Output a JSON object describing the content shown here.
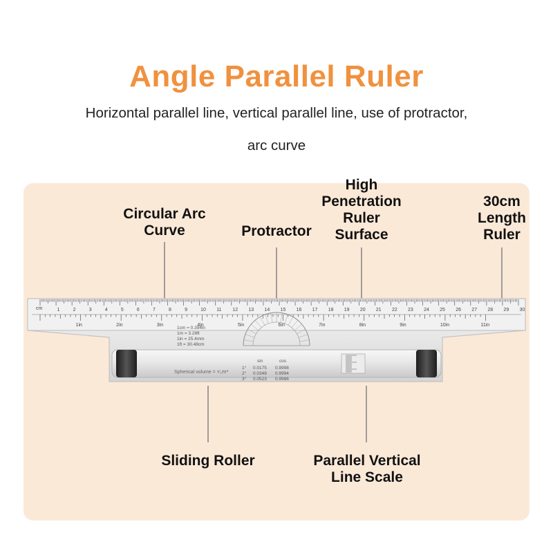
{
  "header": {
    "title": "Angle Parallel Ruler",
    "subtitle_line1": "Horizontal parallel line, vertical parallel line, use of protractor,",
    "subtitle_line2": "arc curve"
  },
  "callouts": {
    "circular_arc": "Circular Arc\nCurve",
    "protractor": "Protractor",
    "high_penetration": "High\nPenetration\nRuler\nSurface",
    "length": "30cm\nLength\nRuler",
    "sliding_roller": "Sliding Roller",
    "parallel_vertical": "Parallel Vertical\nLine Scale"
  },
  "ruler": {
    "cm_label": "cm",
    "cm_numbers": [
      "1",
      "2",
      "3",
      "4",
      "5",
      "6",
      "7",
      "8",
      "9",
      "10",
      "11",
      "12",
      "13",
      "14",
      "15",
      "16",
      "17",
      "18",
      "19",
      "20",
      "21",
      "22",
      "23",
      "24",
      "25",
      "26",
      "27",
      "28",
      "29",
      "30"
    ],
    "in_labels": [
      "1in",
      "2in",
      "3in",
      "4in",
      "5in",
      "6in",
      "7in",
      "8in",
      "9in",
      "10in",
      "11in"
    ],
    "conversions": [
      "1cm  =  0.394in",
      "1m   =  3.28ft",
      "1in  =  25.4mm",
      "1ft  =  30.48cm"
    ],
    "sphere_text": "Spherical volume = ⁴⁄₃πr³",
    "trig_header_sin": "sin",
    "trig_header_cos": "cos",
    "trig_rows": [
      {
        "deg": "1°",
        "sin": "0.0175",
        "cos": "0.9998"
      },
      {
        "deg": "2°",
        "sin": "0.0349",
        "cos": "0.9994"
      },
      {
        "deg": "3°",
        "sin": "0.0523",
        "cos": "0.9986"
      }
    ]
  },
  "colors": {
    "title": "#f0913f",
    "panel": "#fbe9d8"
  }
}
